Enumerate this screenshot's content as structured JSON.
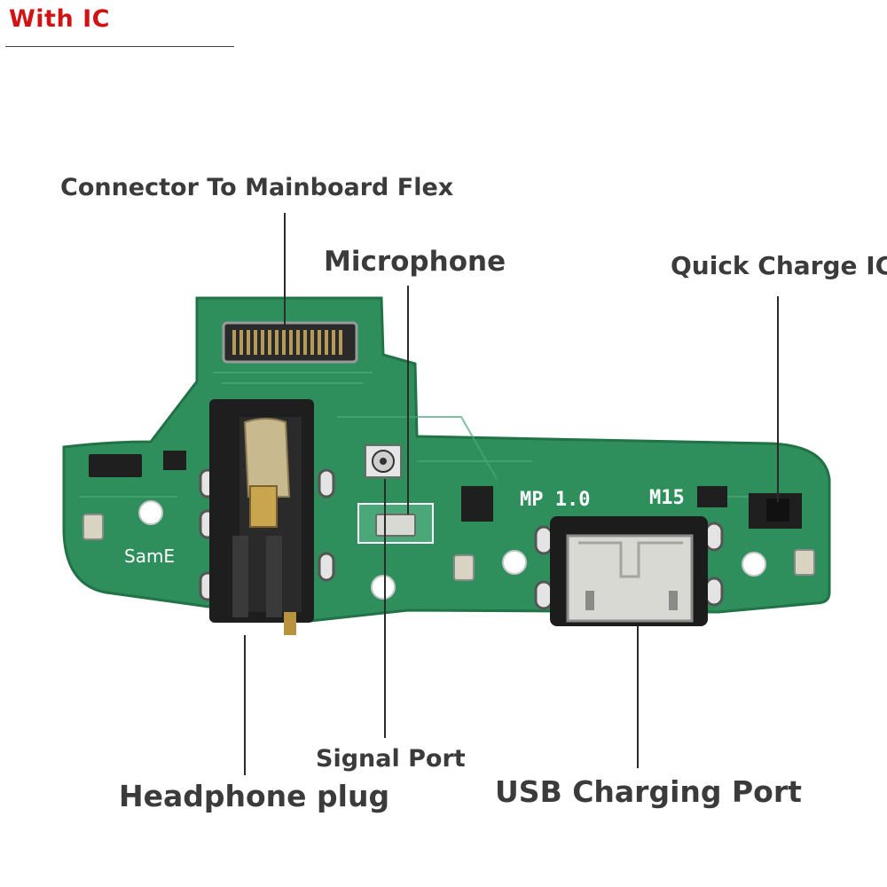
{
  "badge": {
    "text": "With IC",
    "color": "#d11313"
  },
  "callouts": {
    "connector": "Connector To Mainboard Flex",
    "microphone": "Microphone",
    "quick_charge_ic": "Quick Charge IC",
    "signal_port": "Signal Port",
    "headphone_plug": "Headphone plug",
    "usb_charging_port": "USB Charging Port"
  },
  "board_silkscreen": {
    "model": "MP 1.0",
    "code": "M15",
    "brand": "SamE"
  },
  "colors": {
    "pcb": "#2e8f5c",
    "pcb_dark": "#227448",
    "pcb_light": "#4aa878",
    "label_text": "#3b3b3b",
    "leader": "#2b2b2b",
    "jack_body": "#1e1e1e",
    "metal": "#c9b98f",
    "usb_metal": "#d9d9d4"
  }
}
